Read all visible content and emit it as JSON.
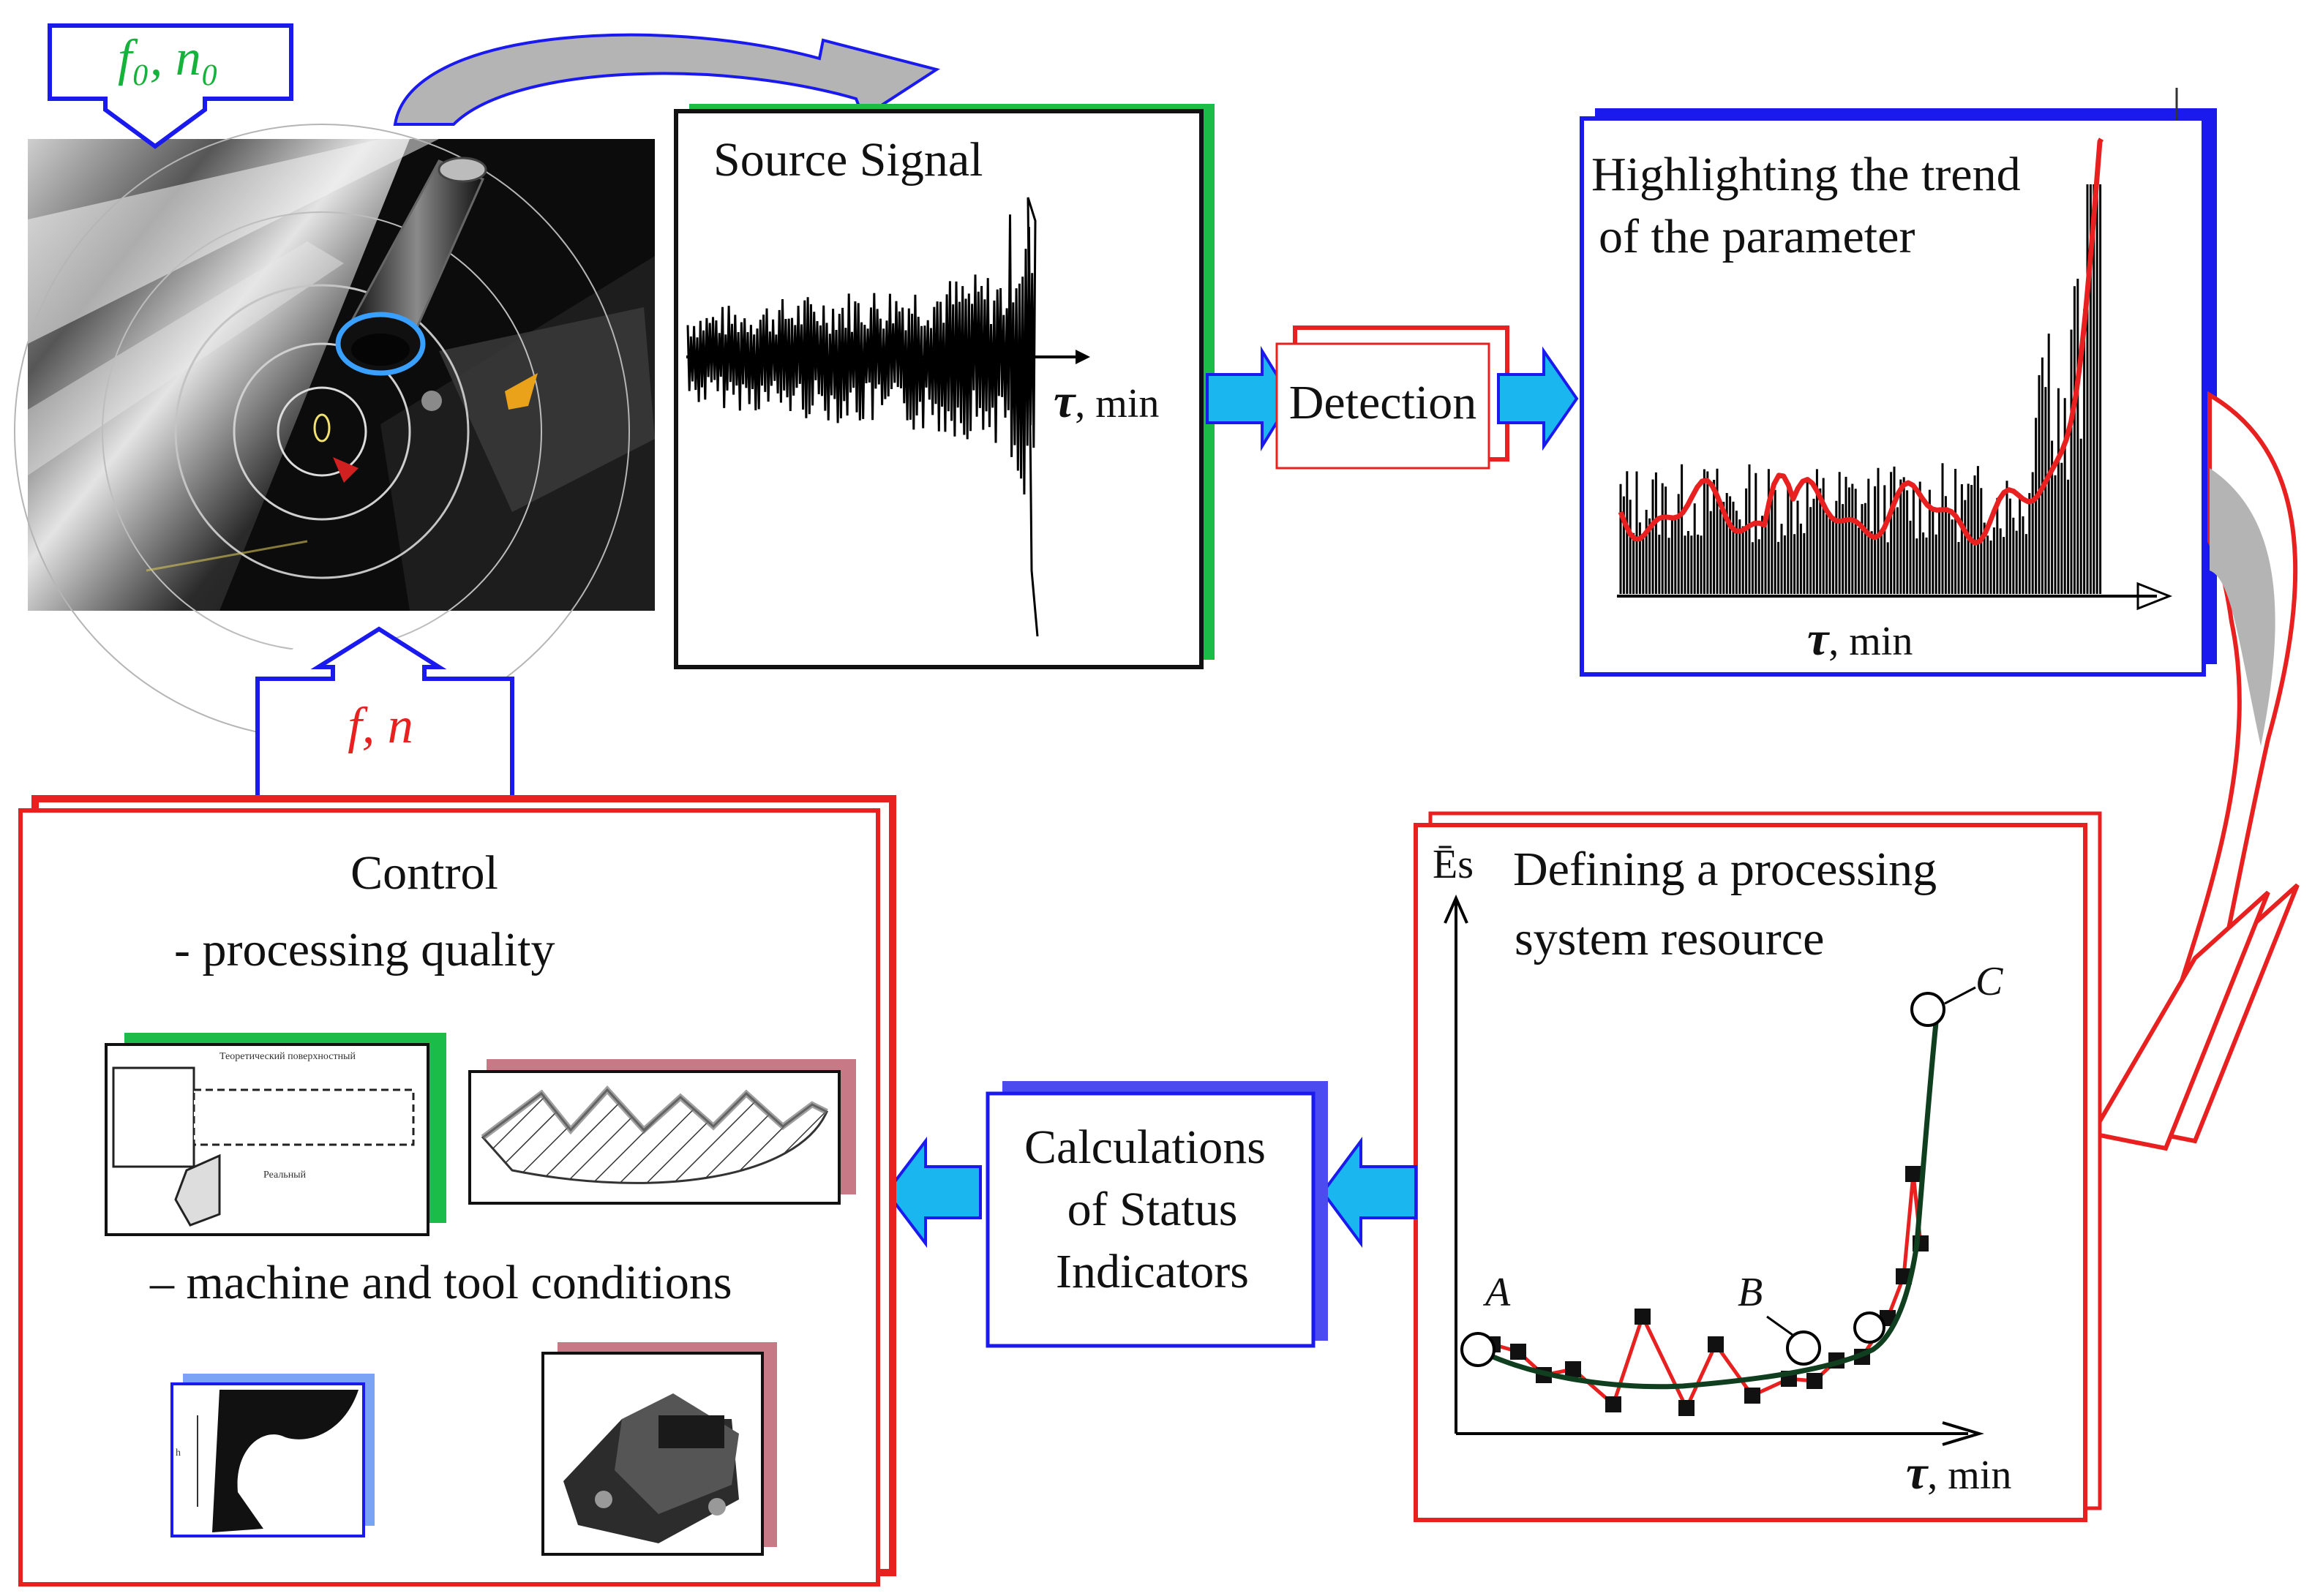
{
  "inputs": {
    "initial_label": "f₀, n₀",
    "current_label": "f, n",
    "initial_color": "#16b33c",
    "current_color": "#e82020"
  },
  "source_signal": {
    "title": "Source Signal",
    "axis_symbol": "τ",
    "axis_unit": ", min"
  },
  "detection": {
    "label": "Detection"
  },
  "trend": {
    "title_line1": "Highlighting the trend",
    "title_line2": "of the parameter",
    "axis_symbol": "τ",
    "axis_unit": ", min"
  },
  "resource": {
    "title_line1": "Defining a processing",
    "title_line2": "system resource",
    "y_axis_label": "Ēs",
    "axis_symbol": "τ",
    "axis_unit": ",  min",
    "point_a": "A",
    "point_b": "B",
    "point_c": "C"
  },
  "calculations": {
    "line1": "Calculations",
    "line2": "of Status",
    "line3": "Indicators"
  },
  "control": {
    "title": "Control",
    "item1": "- processing quality",
    "item2": "– machine and tool conditions"
  },
  "colors": {
    "green": "#16b33c",
    "red": "#e82020",
    "blue": "#1a1aee",
    "cyan_arrow": "#19b6f0",
    "gray_arrow": "#b4b4b4"
  },
  "icons": {
    "machining_photo": "turning-sensor-photo",
    "arrow_right": "thick-right-arrow",
    "arrow_left": "thick-left-arrow"
  }
}
